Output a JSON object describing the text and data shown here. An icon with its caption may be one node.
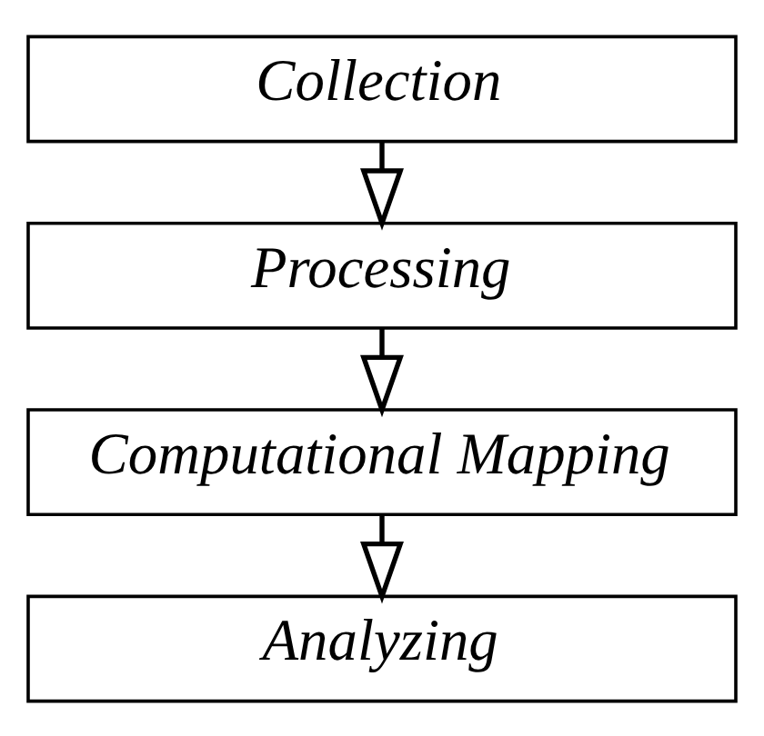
{
  "diagram": {
    "nodes": [
      {
        "text": [
          "Collection"
        ]
      },
      {
        "text": [
          "Processing"
        ]
      },
      {
        "text": [
          "Computational Mapping"
        ]
      },
      {
        "text": [
          "Analyzing"
        ]
      }
    ],
    "edges": [
      {
        "from": 0,
        "to": 1,
        "arrow": "to"
      },
      {
        "from": 1,
        "to": 2,
        "arrow": "to"
      },
      {
        "from": 2,
        "to": 3,
        "arrow": "to"
      }
    ]
  }
}
